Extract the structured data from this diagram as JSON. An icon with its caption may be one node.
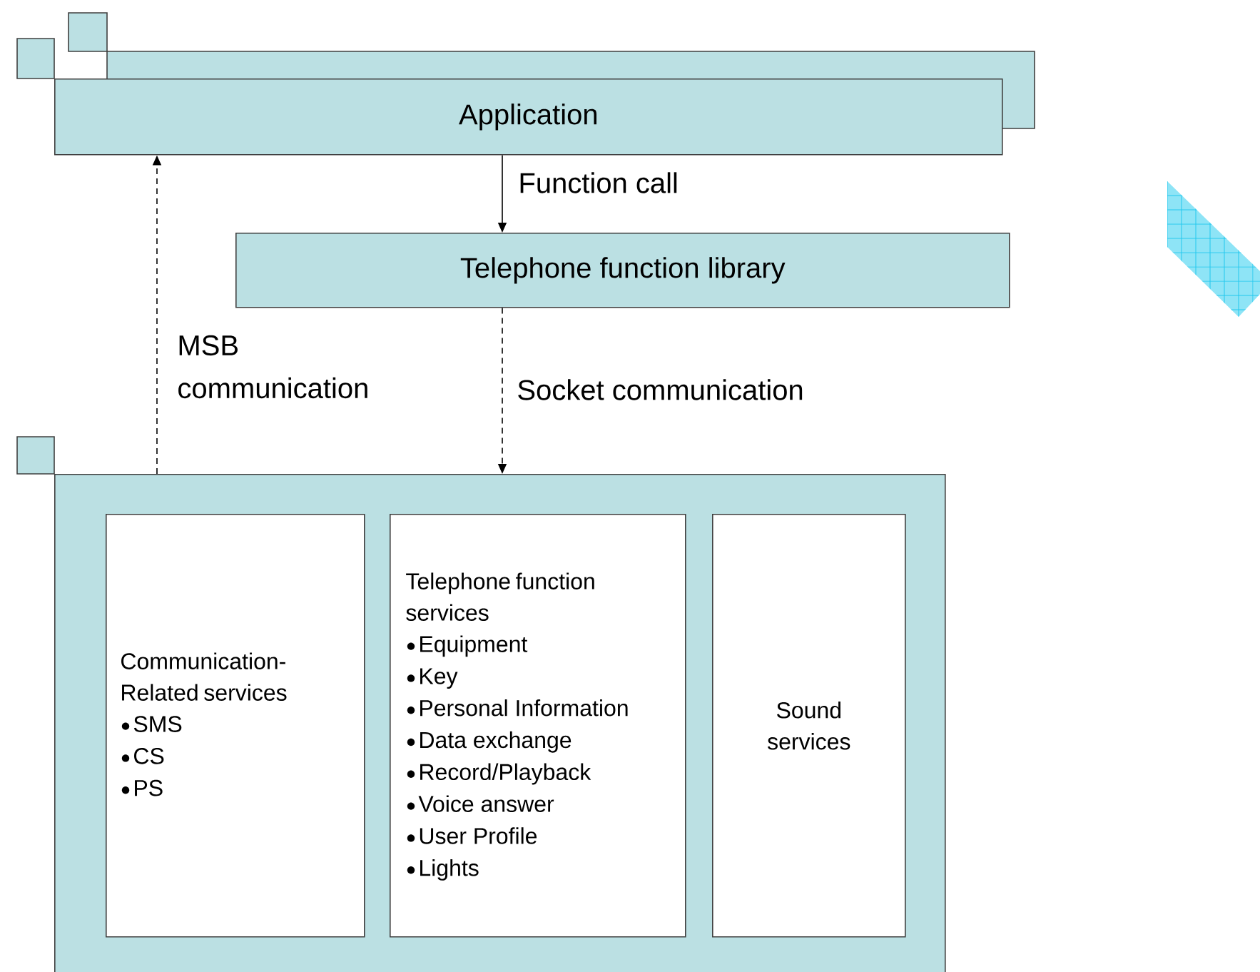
{
  "diagram": {
    "nodes": [
      {
        "text": [
          "Application"
        ]
      },
      {
        "text": [
          "Telephone function library"
        ]
      },
      {
        "text": [],
        "shape": "box"
      },
      {
        "text": [
          "Communication-Related services",
          "SMS",
          "CS",
          "PS"
        ],
        "in": 2
      },
      {
        "text": [
          "Telephone function services",
          "Equipment",
          "Key",
          "Personal Information",
          "Data exchange",
          "Record/Playback",
          "Voice answer",
          "User Profile",
          "Lights"
        ],
        "in": 2
      },
      {
        "text": [
          "Sound services"
        ],
        "in": 2
      }
    ],
    "edges": [
      {
        "from": 0,
        "to": 1,
        "arrow": "to",
        "label": "Function call"
      },
      {
        "from": 1,
        "to": 2,
        "arrow": "to",
        "style": "dashed",
        "label": "Socket communication"
      },
      {
        "from": 2,
        "to": 0,
        "arrow": "to",
        "style": "dashed",
        "label": "MSB communication"
      }
    ]
  }
}
